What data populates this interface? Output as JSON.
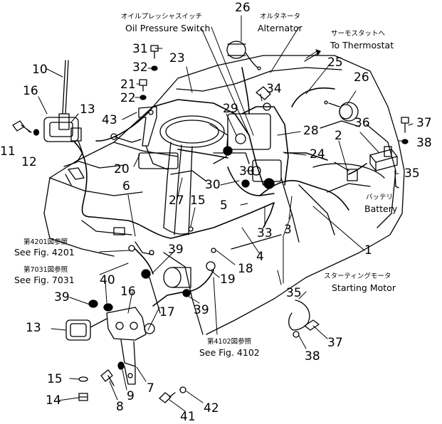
{
  "callouts": {
    "oil_pressure_switch": {
      "ja": "オイルプレッシャスイッチ",
      "en": "Oil Pressure Switch"
    },
    "alternator": {
      "ja": "オルタネータ",
      "en": "Alternator"
    },
    "to_thermostat": {
      "ja": "サーモスタットへ",
      "en": "To Thermostat"
    },
    "battery": {
      "ja": "バッテリ",
      "en": "Battery"
    },
    "starting_motor": {
      "ja": "スターティングモータ",
      "en": "Starting Motor"
    },
    "see_fig_4201": {
      "ja": "第4201図参照",
      "en": "See Fig. 4201"
    },
    "see_fig_7031": {
      "ja": "第7031図参照",
      "en": "See Fig. 7031"
    },
    "see_fig_4102": {
      "ja": "第4102図参照",
      "en": "See Fig. 4102"
    }
  },
  "part_numbers": {
    "p26a": "26",
    "p31": "31",
    "p32": "32",
    "p10": "10",
    "p23": "23",
    "p25": "25",
    "p26b": "26",
    "p16a": "16",
    "p13a": "13",
    "p21": "21",
    "p22": "22",
    "p34": "34",
    "p43": "43",
    "p29": "29",
    "p28": "28",
    "p2": "2",
    "p36": "36",
    "p37a": "37",
    "p38a": "38",
    "p11": "11",
    "p12": "12",
    "p24": "24",
    "p35a": "35",
    "p20": "20",
    "p30a": "30",
    "p30b": "30",
    "p6": "6",
    "p27": "27",
    "p15a": "15",
    "p5": "5",
    "p3": "3",
    "p33": "33",
    "p1": "1",
    "p4": "4",
    "p39a": "39",
    "p18": "18",
    "p19": "19",
    "p40": "40",
    "p39b": "39",
    "p16b": "16",
    "p17": "17",
    "p39c": "39",
    "p13b": "13",
    "p35b": "35",
    "p37b": "37",
    "p38b": "38",
    "p15b": "15",
    "p14": "14",
    "p9": "9",
    "p7": "7",
    "p8": "8",
    "p41": "41",
    "p42": "42"
  }
}
